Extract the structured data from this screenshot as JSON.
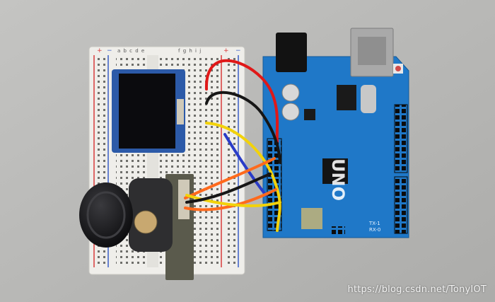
{
  "image": {
    "watermark": "https://blog.csdn.net/TonyIOT",
    "arduino_label": "UNO",
    "breadboard_col_letters_left": "a b c d e",
    "breadboard_col_letters_right": "f g h i j",
    "rail_plus": "+",
    "rail_minus": "−",
    "tx_label": "TX-1",
    "rx_label": "RX-0"
  },
  "colors": {
    "background": "#b9b9b7",
    "breadboard": "#efeeea",
    "rail_red": "#d83a3a",
    "rail_blue": "#3a5fc8",
    "arduino_pcb": "#1f78c8",
    "oled_pcb": "#2c5aa8",
    "oled_screen": "#0b0b0e",
    "wire_red": "#e01818",
    "wire_black": "#161616",
    "wire_yellow": "#f2d20a",
    "wire_blue": "#2a3cc8",
    "wire_orange": "#ff6a1c",
    "joystick_cap": "#1a1a1c"
  }
}
